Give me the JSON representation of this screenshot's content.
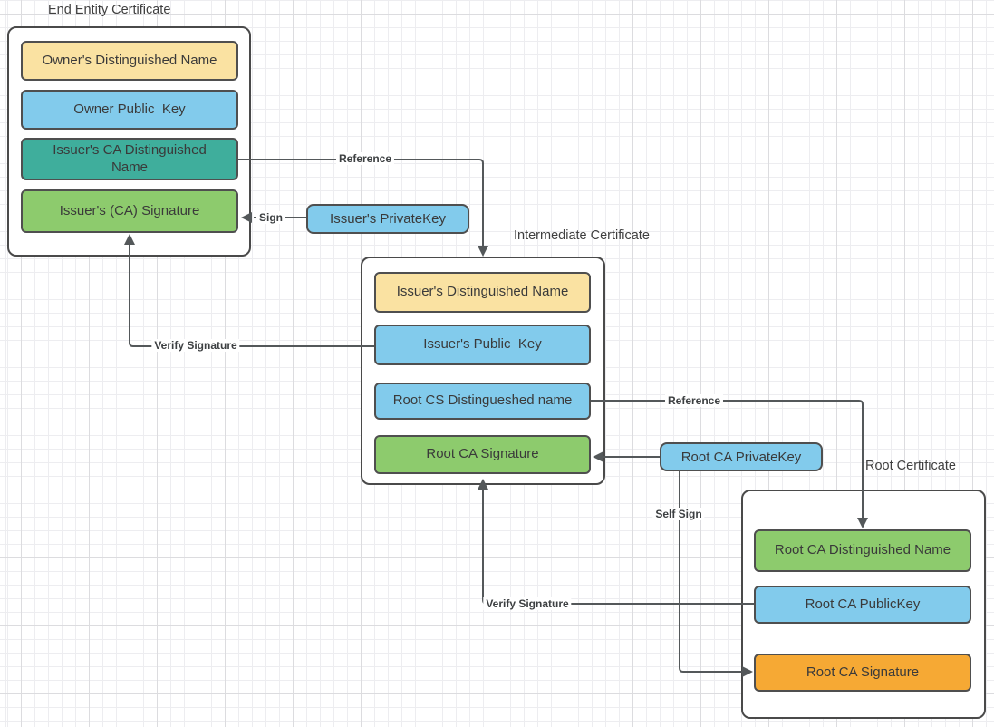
{
  "colors": {
    "yellow": "#FAE2A2",
    "blue": "#82CBEC",
    "teal": "#3FAE9C",
    "green": "#8DCB6D",
    "orange": "#F6A934",
    "connector": "#54585A"
  },
  "groups": [
    {
      "title": "End Entity Certificate",
      "fields": [
        {
          "label": "Owner's Distinguished Name",
          "color": "#FAE2A2"
        },
        {
          "label": "Owner Public  Key",
          "color": "#82CBEC"
        },
        {
          "label": "Issuer's CA Distinguished Name",
          "color": "#3FAE9C"
        },
        {
          "label": "Issuer's (CA) Signature",
          "color": "#8DCB6D"
        }
      ]
    },
    {
      "title": "Intermediate Certificate",
      "fields": [
        {
          "label": "Issuer's Distinguished Name",
          "color": "#FAE2A2"
        },
        {
          "label": "Issuer's Public  Key",
          "color": "#82CBEC"
        },
        {
          "label": "Root CS Distingueshed name",
          "color": "#82CBEC"
        },
        {
          "label": "Root CA Signature",
          "color": "#8DCB6D"
        }
      ]
    },
    {
      "title": "Root Certificate",
      "fields": [
        {
          "label": "Root CA Distinguished Name",
          "color": "#8DCB6D"
        },
        {
          "label": "Root CA PublicKey",
          "color": "#82CBEC"
        },
        {
          "label": "Root CA Signature",
          "color": "#F6A934"
        }
      ]
    }
  ],
  "keys": [
    {
      "label": "Issuer's PrivateKey",
      "color": "#82CBEC"
    },
    {
      "label": "Root CA PrivateKey",
      "color": "#82CBEC"
    }
  ],
  "connectors": [
    {
      "label": "Reference",
      "from": "Issuer's CA Distinguished Name",
      "to": "Intermediate Certificate"
    },
    {
      "label": "Sign",
      "from": "Issuer's PrivateKey",
      "to": "Issuer's (CA) Signature"
    },
    {
      "label": "Verify Signature",
      "from": "Issuer's Public  Key",
      "to": "Issuer's (CA) Signature"
    },
    {
      "label": "Reference",
      "from": "Root CS Distingueshed name",
      "to": "Root CA Distinguished Name"
    },
    {
      "label": "",
      "from": "Root CA PrivateKey",
      "to": "Root CA Signature (Intermediate Certificate)"
    },
    {
      "label": "Self Sign",
      "from": "Root CA PrivateKey",
      "to": "Root CA Signature (Root Certificate)"
    },
    {
      "label": "Verify Signature",
      "from": "Root CA PublicKey",
      "to": "Root CA Signature (Intermediate Certificate)"
    }
  ]
}
